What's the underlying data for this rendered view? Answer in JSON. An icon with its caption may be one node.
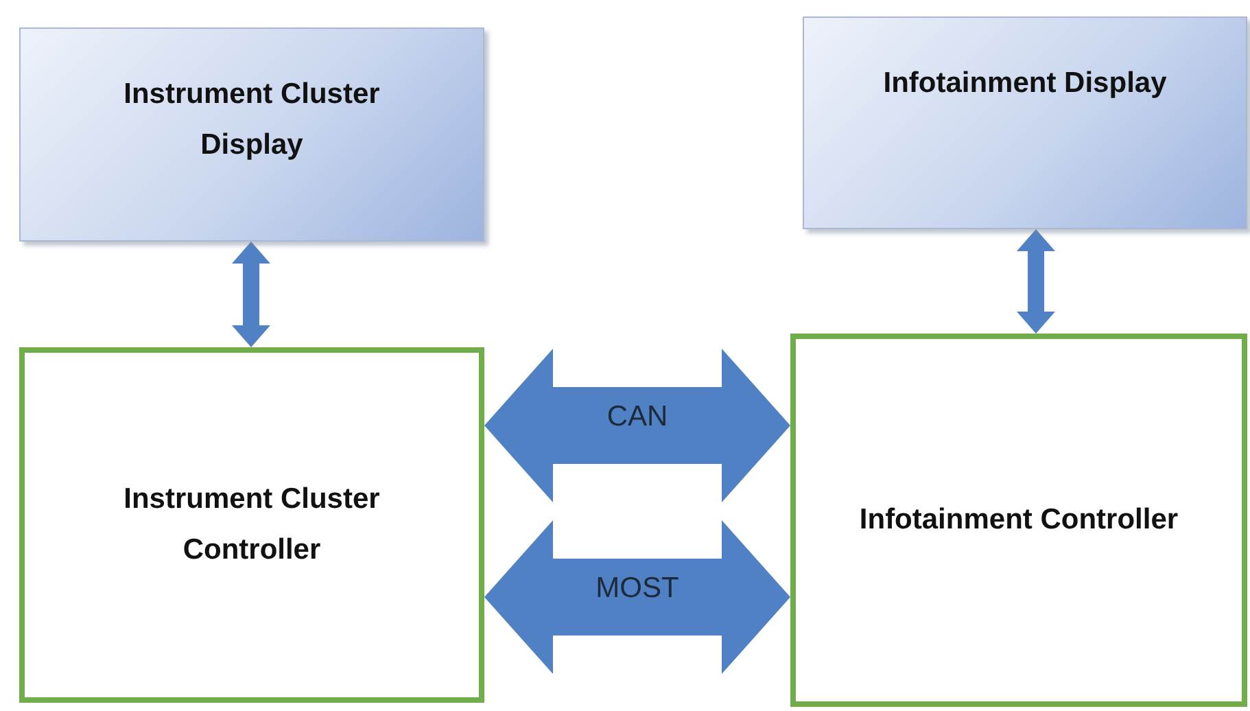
{
  "diagram": {
    "nodes": [
      {
        "text": [
          "Instrument Cluster Display"
        ]
      },
      {
        "text": [
          "Infotainment Display"
        ]
      },
      {
        "text": [
          "Instrument Cluster Controller"
        ]
      },
      {
        "text": [
          "Infotainment Controller"
        ]
      }
    ],
    "edges": [
      {
        "from": 0,
        "to": 2,
        "arrow": "both"
      },
      {
        "from": 1,
        "to": 3,
        "arrow": "both"
      },
      {
        "from": 2,
        "to": 3,
        "arrow": "both",
        "label": "CAN",
        "style": "thick"
      },
      {
        "from": 2,
        "to": 3,
        "arrow": "both",
        "label": "MOST",
        "style": "thick"
      }
    ]
  }
}
